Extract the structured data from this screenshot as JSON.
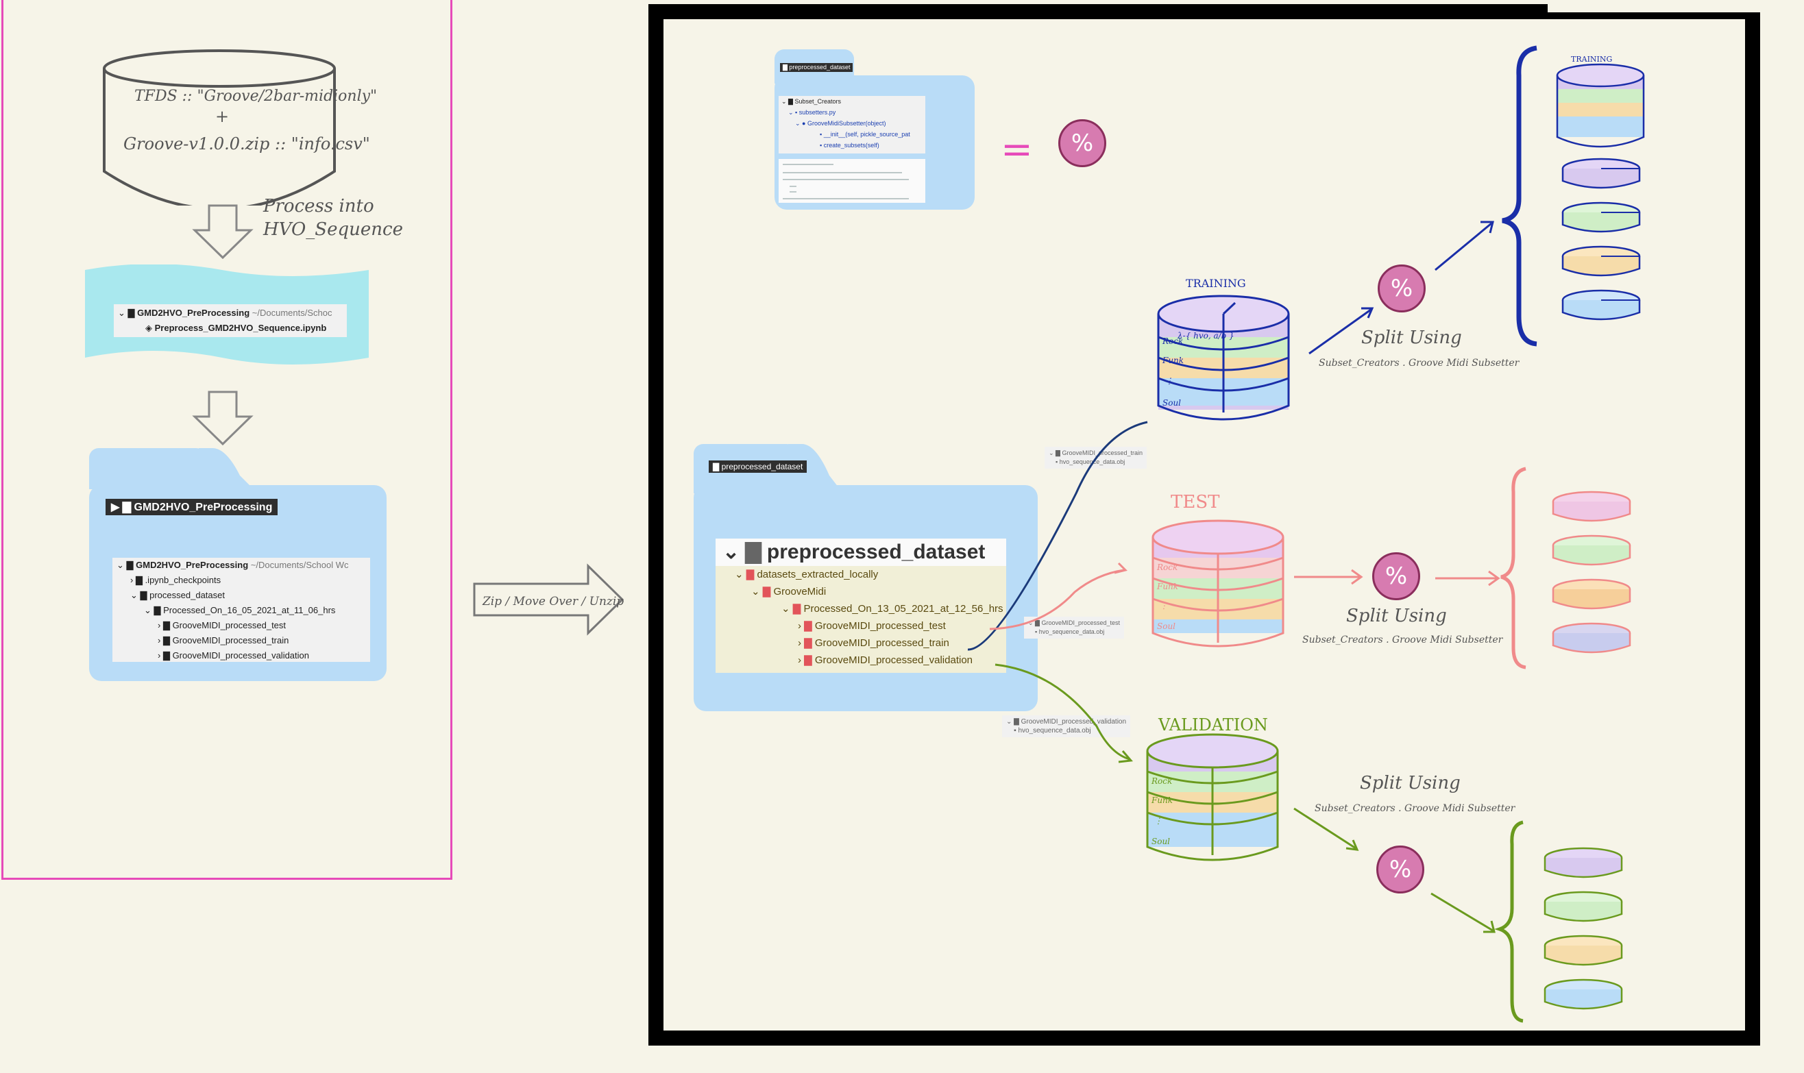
{
  "left_panel": {
    "db_line1": "TFDS :: \"Groove/2bar-midionly\"",
    "db_plus": "+",
    "db_line2": "Groove-v1.0.0.zip :: \"info.csv\"",
    "process_note": "Process into HVO_Sequence",
    "wave_tree": {
      "root": "GMD2HVO_PreProcessing",
      "root_path": "~/Documents/Schoc",
      "file": "Preprocess_GMD2HVO_Sequence.ipynb"
    },
    "folder_tag": "GMD2HVO_PreProcessing",
    "folder_tree": {
      "root": "GMD2HVO_PreProcessing",
      "root_path": "~/Documents/School Wc",
      "items": [
        ".ipynb_checkpoints",
        "processed_dataset",
        "Processed_On_16_05_2021_at_11_06_hrs",
        "GrooveMIDI_processed_test",
        "GrooveMIDI_processed_train",
        "GrooveMIDI_processed_validation"
      ]
    }
  },
  "transfer_arrow_label": "Zip / Move Over / Unzip",
  "top_folder": {
    "tag": "preprocessed_dataset",
    "tree": [
      "Subset_Creators",
      "subsetters.py",
      "GrooveMidiSubsetter(object)",
      "__init__(self, pickle_source_pat",
      "create_subsets(self)"
    ],
    "equals": "="
  },
  "main_folder": {
    "tag": "preprocessed_dataset",
    "title": "preprocessed_dataset",
    "items": [
      "datasets_extracted_locally",
      "GrooveMidi",
      "Processed_On_13_05_2021_at_12_56_hrs",
      "GrooveMIDI_processed_test",
      "GrooveMIDI_processed_train",
      "GrooveMIDI_processed_validation"
    ]
  },
  "mini_labels": {
    "train_dir": "GrooveMIDI_processed_train",
    "test_dir": "GrooveMIDI_processed_test",
    "validation_dir": "GrooveMIDI_processed_validation",
    "file": "hvo_sequence_data.obj"
  },
  "percent_symbol": "%",
  "split_using": "Split Using",
  "subsetter_note": "Subset_Creators . Groove Midi Subsetter",
  "stack_titles": {
    "training": "TRAINING",
    "test": "TEST",
    "validation": "VALIDATION"
  },
  "layers": [
    "Rock",
    "Funk",
    "⋮",
    "Soul"
  ],
  "formula": "λ-{ hvo, a/b }",
  "colors": {
    "training": "#1a2ea8",
    "test": "#f08a8a",
    "validation": "#6a9a1e",
    "pink_frame": "#e64ab9",
    "percent_fill": "#d77bb0"
  }
}
